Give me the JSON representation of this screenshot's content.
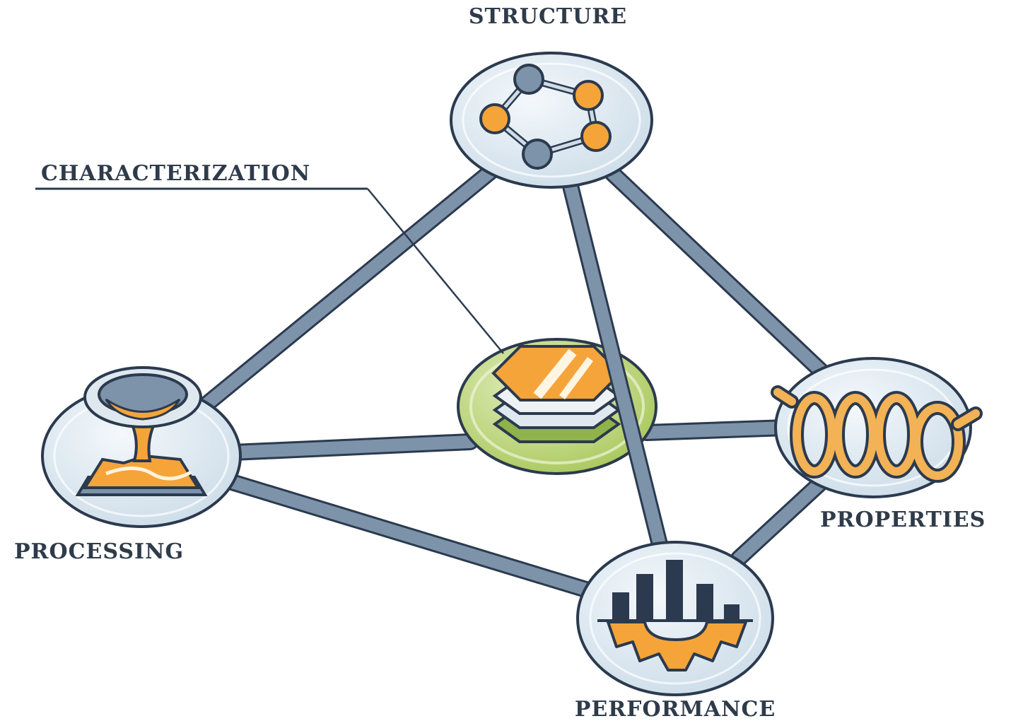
{
  "diagram": {
    "labels": {
      "structure": "STRUCTURE",
      "characterization": "CHARACTERIZATION",
      "processing": "PROCESSING",
      "properties": "PROPERTIES",
      "performance": "PERFORMANCE"
    },
    "colors": {
      "connector": "#7d93aa",
      "outline": "#2b3a4e",
      "node_fill": "#dde9f2",
      "accent_orange": "#f5a43a",
      "center_green": "#b5cf6a",
      "text": "#2f3b4a"
    },
    "icons": {
      "structure": "molecule-ring-icon",
      "characterization": "layered-hexagon-material-icon",
      "processing": "pouring-crucible-icon",
      "properties": "coil-spring-icon",
      "performance": "bar-chart-gear-icon"
    }
  }
}
